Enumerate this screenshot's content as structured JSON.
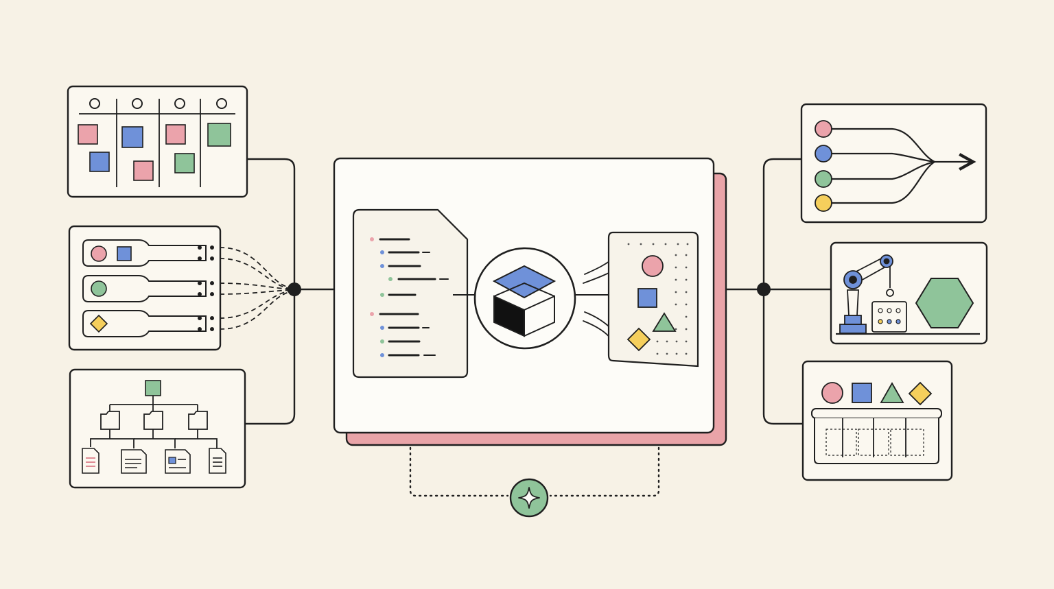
{
  "colors": {
    "background": "#f7f2e6",
    "panel_fill": "#fbf8f0",
    "center_fill": "#fdfcf8",
    "ink": "#1f1f1f",
    "pink": "#eba3ab",
    "blue": "#6f91d9",
    "green": "#8fc49a",
    "yellow": "#f5cf5c",
    "accent_shadow": "#e9a4a8",
    "spark_badge": "#8fc49a"
  },
  "icons": {
    "kanban_board": "kanban-board-icon",
    "form_fields": "form-fields-icon",
    "file_hierarchy": "folder-tree-icon",
    "document": "document-icon",
    "core_cube": "3d-cube-icon",
    "shapes_output": "shapes-output-icon",
    "merge_pipeline": "merge-arrow-icon",
    "robot_arm": "robot-arm-icon",
    "shape_sorter": "shape-sorter-icon",
    "sparkle": "sparkle-icon"
  },
  "left_inputs": [
    {
      "id": "kanban",
      "name": "kanban-board-panel",
      "columns": 4
    },
    {
      "id": "forms",
      "name": "form-fields-panel",
      "rows": 3
    },
    {
      "id": "hierarchy",
      "name": "file-hierarchy-panel",
      "levels": 3
    }
  ],
  "right_outputs": [
    {
      "id": "merge",
      "name": "merge-pipeline-panel",
      "inputs": 4
    },
    {
      "id": "robot",
      "name": "robot-arm-panel"
    },
    {
      "id": "sorter",
      "name": "shape-sorter-panel",
      "slots": 4
    }
  ]
}
